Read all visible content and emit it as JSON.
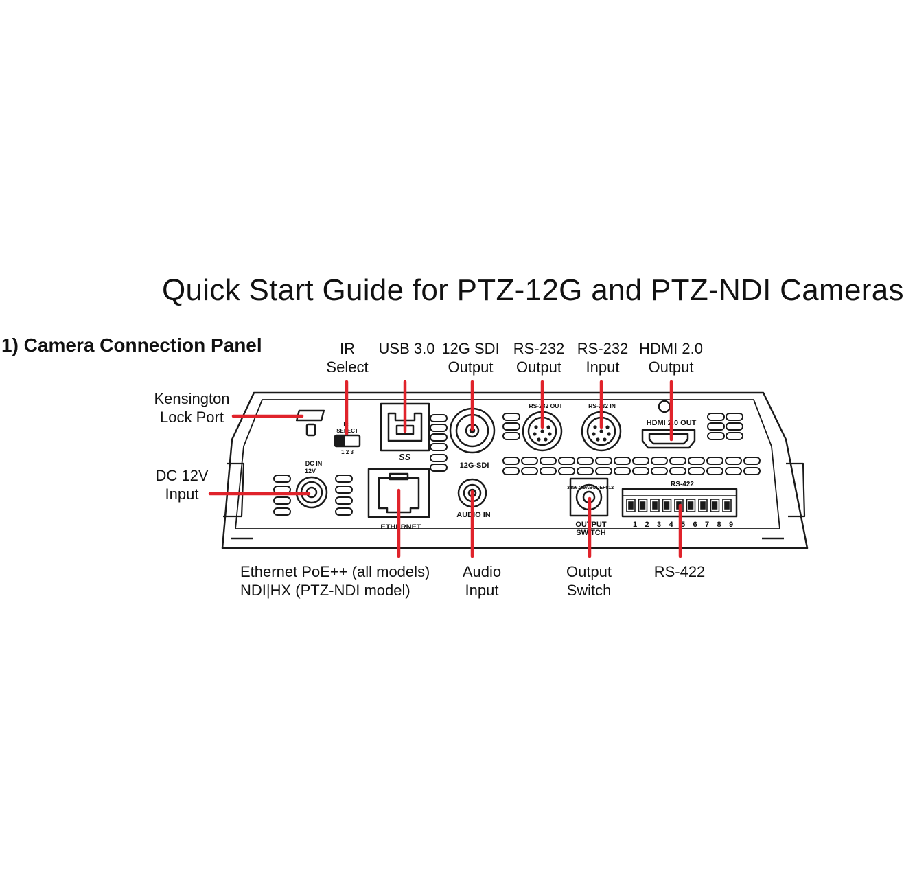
{
  "title": "Quick Start Guide for PTZ-12G and PTZ-NDI Cameras",
  "section_heading": "1) Camera Connection Panel",
  "callouts": {
    "ir_select": [
      "IR",
      "Select"
    ],
    "usb": [
      "USB 3.0"
    ],
    "sdi": [
      "12G SDI",
      "Output"
    ],
    "rs232_out": [
      "RS-232",
      "Output"
    ],
    "rs232_in": [
      "RS-232",
      "Input"
    ],
    "hdmi": [
      "HDMI 2.0",
      "Output"
    ],
    "kensington": [
      "Kensington",
      "Lock Port"
    ],
    "dc": [
      "DC 12V",
      "Input"
    ],
    "ethernet": [
      "Ethernet PoE++ (all models)",
      "NDI|HX (PTZ-NDI model)"
    ],
    "audio": [
      "Audio",
      "Input"
    ],
    "output_switch": [
      "Output",
      "Switch"
    ],
    "rs422": [
      "RS-422"
    ]
  },
  "panel_labels": {
    "ir": "IR",
    "select": "SELECT",
    "ir_positions": "1  2  3",
    "usb_logo": "SS",
    "sdi": "12G-SDI",
    "rs232_out": "RS-232 OUT",
    "rs232_in": "RS-232 IN",
    "hdmi": "HDMI 2.0 OUT",
    "dc_in": "DC IN",
    "dc_voltage": "12V",
    "ethernet": "ETHERNET",
    "audio": "AUDIO IN",
    "rotary_digits": "3456789ABCDEF012",
    "output_switch": [
      "OUTPUT",
      "SWITCH"
    ],
    "rs422": "RS-422",
    "rs422_pins": [
      "1",
      "2",
      "3",
      "4",
      "5",
      "6",
      "7",
      "8",
      "9"
    ]
  },
  "colors": {
    "leader": "#e0232b",
    "outline": "#1a1a1a",
    "text": "#111111"
  }
}
